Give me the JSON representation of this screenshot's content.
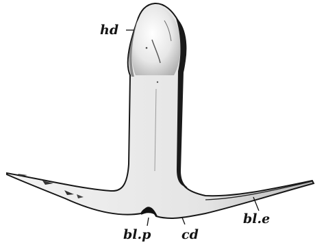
{
  "figure": {
    "labels": {
      "hd": "hd",
      "blp": "bl.p",
      "cd": "cd",
      "ble": "bl.e"
    }
  }
}
